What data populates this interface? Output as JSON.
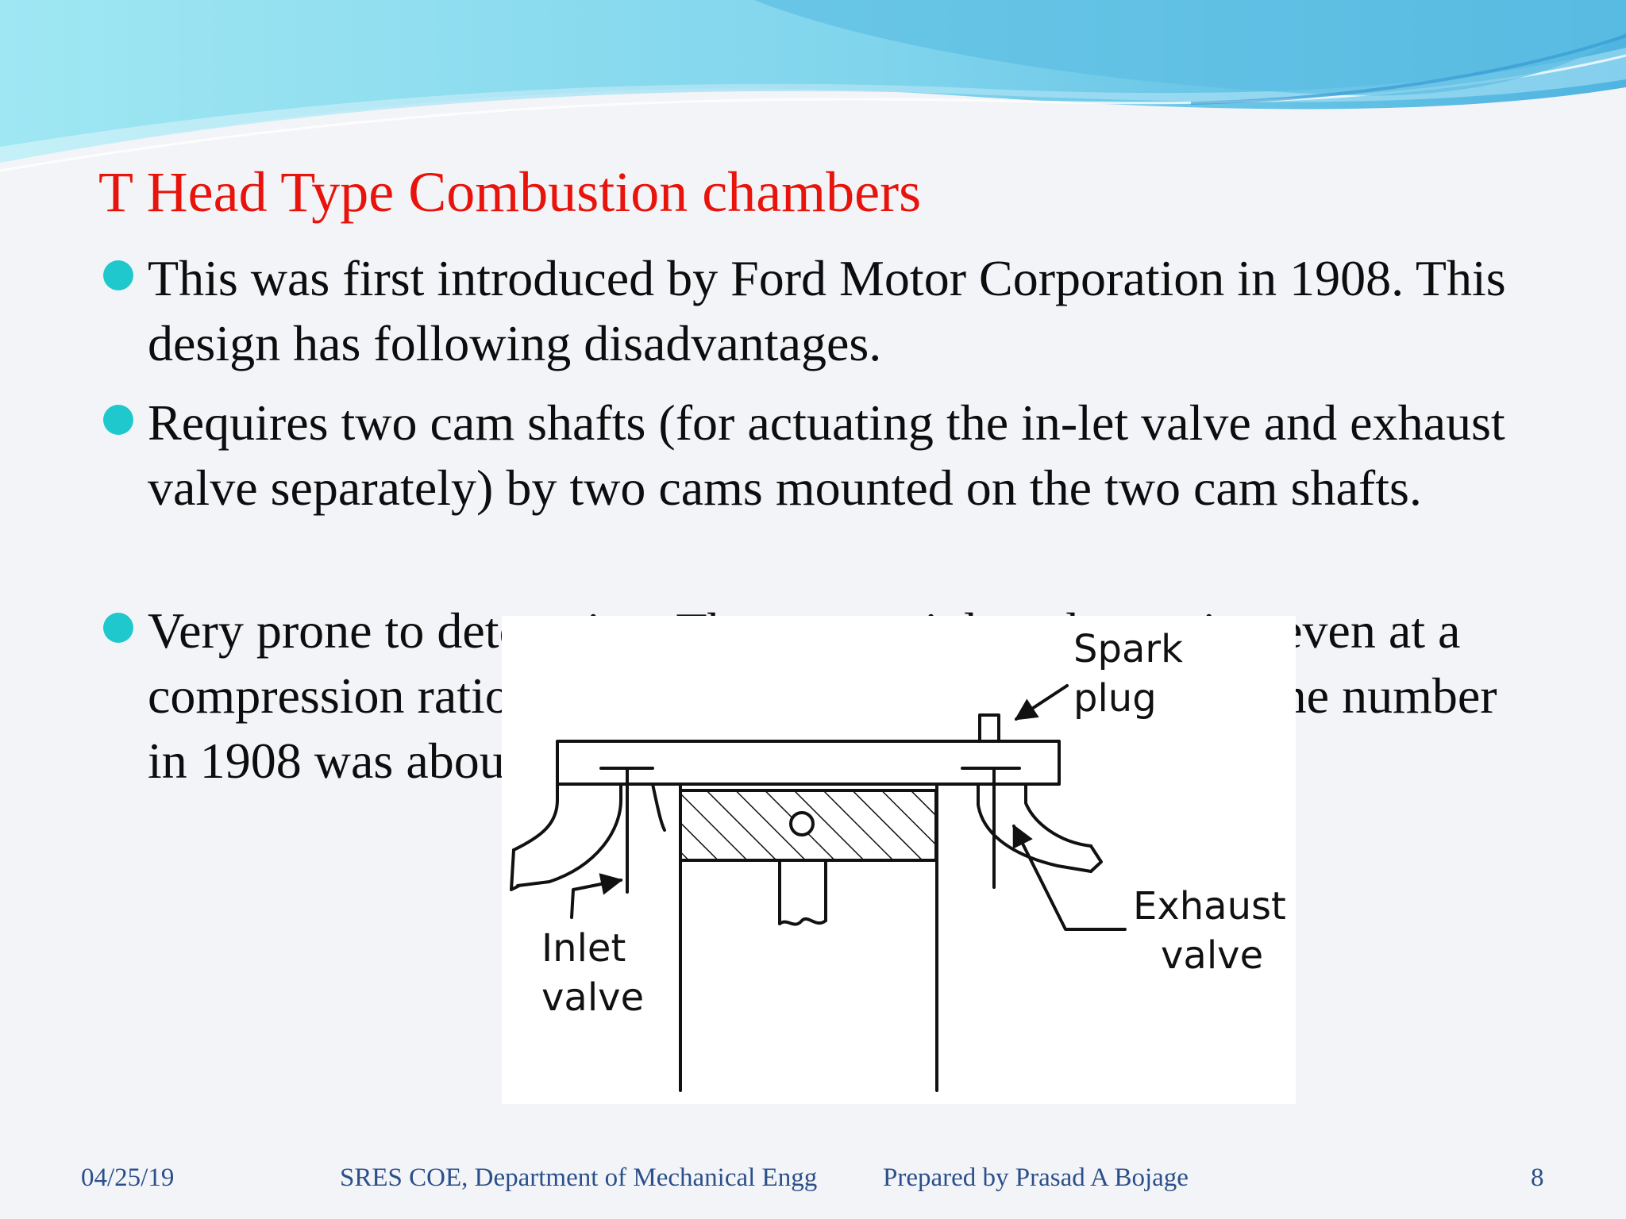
{
  "slide": {
    "title": "T Head Type Combustion chambers",
    "title_color": "#e8140c",
    "bullet_color": "#1fc8cc",
    "bullets": [
      {
        "text": "This was first introduced by Ford Motor Corporation in 1908. This design has following disadvantages."
      },
      {
        "text": "Requires two cam shafts (for actuating the in-let valve and exhaust valve separately) by two cams mounted on the two cam shafts."
      },
      {
        "text": "Very prone to detonation. There was violent detonation even at a compression ratio of 4. This is because the average octane number in 1908 was about 40 - 50."
      }
    ]
  },
  "diagram": {
    "labels": {
      "spark_plug_line1": "Spark",
      "spark_plug_line2": "plug",
      "inlet_line1": "Inlet",
      "inlet_line2": "valve",
      "exhaust_line1": "Exhaust",
      "exhaust_line2": "valve"
    }
  },
  "footer": {
    "date": "04/25/19",
    "department": "SRES COE, Department of Mechanical Engg",
    "author": "Prepared by Prasad A Bojage",
    "page_number": "8"
  }
}
